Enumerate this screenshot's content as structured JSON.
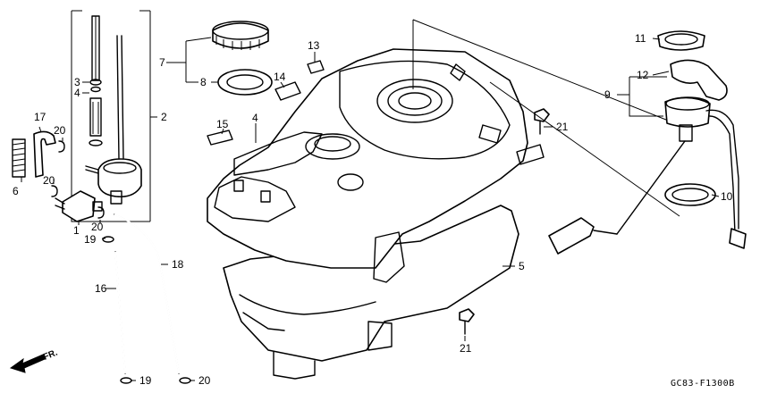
{
  "diagram": {
    "code": "GC83-F1300B",
    "front_marker": "FR.",
    "labels": {
      "p1": "1",
      "p2": "2",
      "p3": "3",
      "p4a": "4",
      "p4b": "4",
      "p5": "5",
      "p6": "6",
      "p7": "7",
      "p8": "8",
      "p9": "9",
      "p10": "10",
      "p11": "11",
      "p12": "12",
      "p13": "13",
      "p14": "14",
      "p15": "15",
      "p16": "16",
      "p17": "17",
      "p18": "18",
      "p19a": "19",
      "p19b": "19",
      "p20a": "20",
      "p20b": "20",
      "p20c": "20",
      "p20d": "20",
      "p21a": "21",
      "p21b": "21"
    }
  }
}
